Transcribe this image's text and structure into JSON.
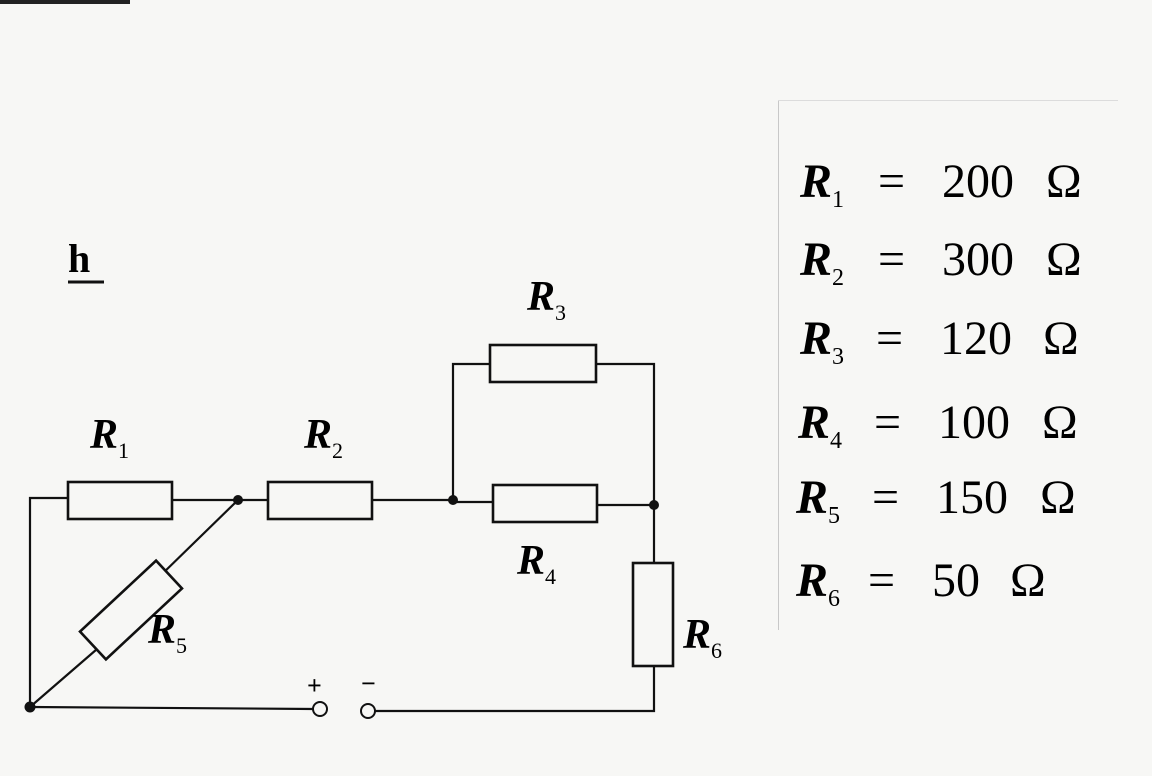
{
  "figure_label": "h",
  "circuit": {
    "resistors": [
      {
        "symbol": "R",
        "index": "1"
      },
      {
        "symbol": "R",
        "index": "2"
      },
      {
        "symbol": "R",
        "index": "3"
      },
      {
        "symbol": "R",
        "index": "4"
      },
      {
        "symbol": "R",
        "index": "5"
      },
      {
        "symbol": "R",
        "index": "6"
      }
    ],
    "terminal_plus": "+",
    "terminal_minus": "−"
  },
  "values": [
    {
      "symbol": "R",
      "index": "1",
      "eq": "=",
      "value": "200",
      "unit": "Ω"
    },
    {
      "symbol": "R",
      "index": "2",
      "eq": "=",
      "value": "300",
      "unit": "Ω"
    },
    {
      "symbol": "R",
      "index": "3",
      "eq": "=",
      "value": "120",
      "unit": "Ω"
    },
    {
      "symbol": "R",
      "index": "4",
      "eq": "=",
      "value": "100",
      "unit": "Ω"
    },
    {
      "symbol": "R",
      "index": "5",
      "eq": "=",
      "value": "150",
      "unit": "Ω"
    },
    {
      "symbol": "R",
      "index": "6",
      "eq": "=",
      "value": "50",
      "unit": "Ω"
    }
  ],
  "colors": {
    "ink": "#111111",
    "paper": "#f7f7f5"
  }
}
